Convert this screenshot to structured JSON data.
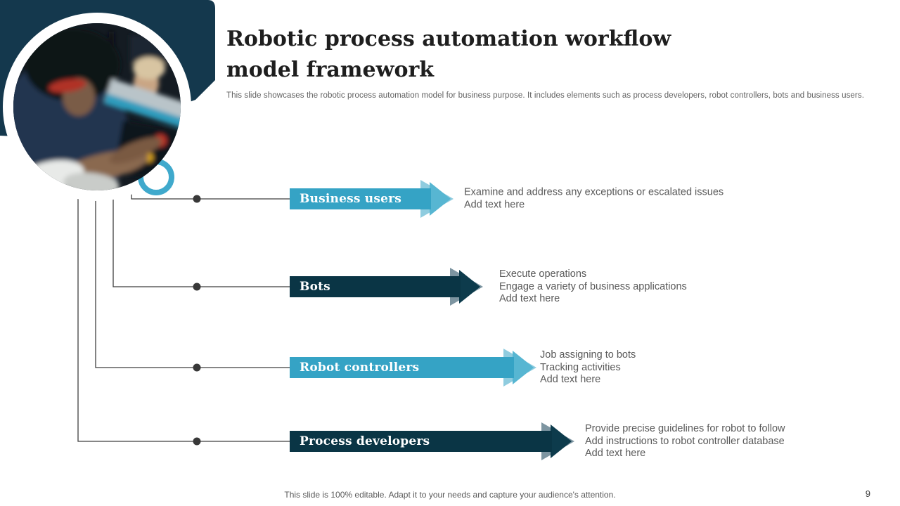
{
  "slide": {
    "title": "Robotic process automation workflow model framework",
    "subtitle": "This slide showcases the  robotic process automation model  for business purpose. It includes elements  such as process developers, robot controllers, bots and business users.",
    "footer": "This slide is 100% editable. Adapt it to your needs and capture your audience's attention.",
    "page_number": "9"
  },
  "hero": {
    "image_alt": "Photo of children building a robot",
    "accent_ring": "circle-outline-accent"
  },
  "rows": [
    {
      "label": "Business users",
      "variant": "light",
      "lines": [
        "Examine and address any exceptions or escalated issues",
        "Add text here"
      ]
    },
    {
      "label": "Bots",
      "variant": "dark",
      "lines": [
        "Execute operations",
        "Engage a variety of business applications",
        "Add text here"
      ]
    },
    {
      "label": "Robot controllers",
      "variant": "light",
      "lines": [
        "Job assigning to bots",
        "Tracking activities",
        "Add text here"
      ]
    },
    {
      "label": "Process developers",
      "variant": "dark",
      "lines": [
        "Provide precise guidelines for robot to follow",
        "Add instructions to robot controller database",
        "Add text here"
      ]
    }
  ],
  "colors": {
    "corner_shape_navy": "#14384d",
    "dark_bar": "#0a3545",
    "dark_chevron": "#7d95a1",
    "light_bar": "#35a3c5",
    "light_chevron": "#8fccdf",
    "accent_ring_blue": "#3fa9cc",
    "connector_line": "#3f3f3f",
    "title_text": "#1e1e1e",
    "body_text": "#595959"
  }
}
